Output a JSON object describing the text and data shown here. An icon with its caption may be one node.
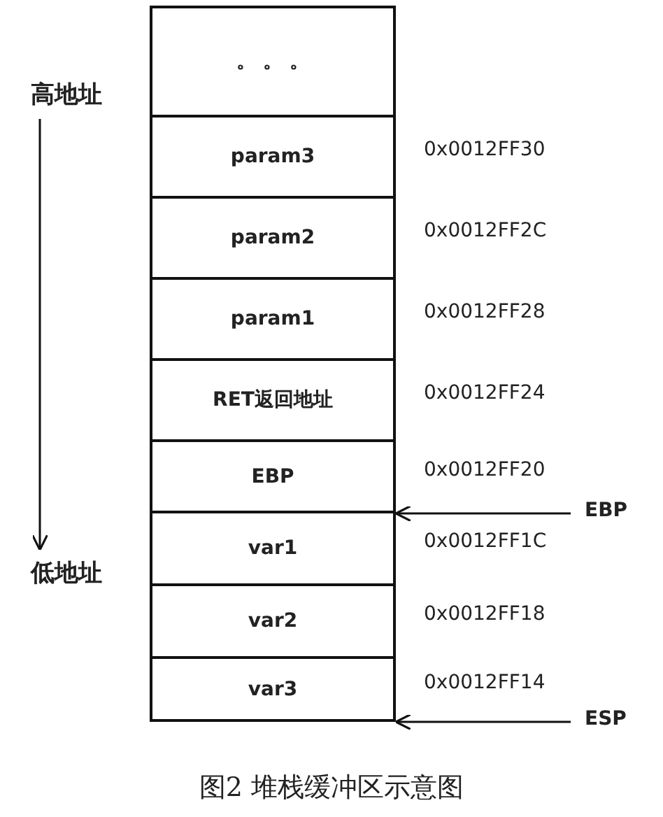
{
  "diagram": {
    "caption": "图2 堆栈缓冲区示意图",
    "nodes": [
      {
        "text": [
          "。 。 。"
        ]
      },
      {
        "text": [
          "param3"
        ],
        "beside": [
          "0x0012FF30"
        ]
      },
      {
        "text": [
          "param2"
        ],
        "beside": [
          "0x0012FF2C"
        ]
      },
      {
        "text": [
          "param1"
        ],
        "beside": [
          "0x0012FF28"
        ]
      },
      {
        "text": [
          "RET返回地址"
        ],
        "beside": [
          "0x0012FF24"
        ]
      },
      {
        "text": [
          "EBP"
        ],
        "beside": [
          "0x0012FF20"
        ]
      },
      {
        "text": [
          "var1"
        ],
        "beside": [
          "0x0012FF1C"
        ]
      },
      {
        "text": [
          "var2"
        ],
        "beside": [
          "0x0012FF18"
        ]
      },
      {
        "text": [
          "var3"
        ],
        "beside": [
          "0x0012FF14"
        ]
      },
      {
        "text": [
          "高地址"
        ]
      },
      {
        "text": [
          "低地址"
        ]
      },
      {
        "text": [
          "EBP"
        ]
      },
      {
        "text": [
          "ESP"
        ]
      }
    ],
    "edges": [
      {
        "from": 9,
        "to": 10,
        "arrow": "to"
      },
      {
        "from": 11,
        "to": 5,
        "arrow": "to"
      },
      {
        "from": 12,
        "to": 8,
        "arrow": "to"
      }
    ]
  }
}
